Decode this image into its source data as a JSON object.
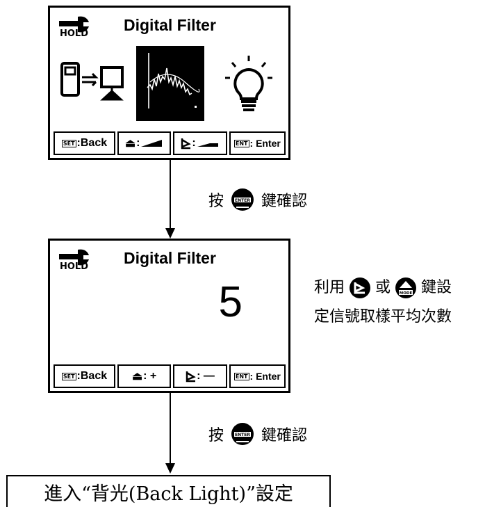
{
  "screen1": {
    "hold_label": "HOLD",
    "title": "Digital Filter",
    "softkeys": [
      {
        "icon": "set-badge",
        "label": ":Back"
      },
      {
        "icon": "up-arrow-icon",
        "label": ":"
      },
      {
        "icon": "down-arrow-icon",
        "label": ":"
      },
      {
        "icon": "ent-badge",
        "label": ": Enter"
      }
    ]
  },
  "step1": {
    "prefix": "按",
    "suffix": "鍵確認"
  },
  "screen2": {
    "hold_label": "HOLD",
    "title": "Digital Filter",
    "value": "5",
    "softkeys": [
      {
        "icon": "set-badge",
        "label": ":Back"
      },
      {
        "icon": "up-arrow-icon",
        "label": ": +"
      },
      {
        "icon": "down-arrow-icon",
        "label": ": —"
      },
      {
        "icon": "ent-badge",
        "label": ": Enter"
      }
    ]
  },
  "note": {
    "line1_a": "利用",
    "line1_b": "或",
    "line1_c": "鍵設",
    "line2": "定信號取樣平均次數"
  },
  "step2": {
    "prefix": "按",
    "suffix": "鍵確認"
  },
  "final_box": {
    "text": "進入“背光(Back Light)”設定"
  },
  "badges": {
    "set": "SET",
    "ent": "ENT",
    "enter": "ENTER",
    "mode": "MODE"
  }
}
